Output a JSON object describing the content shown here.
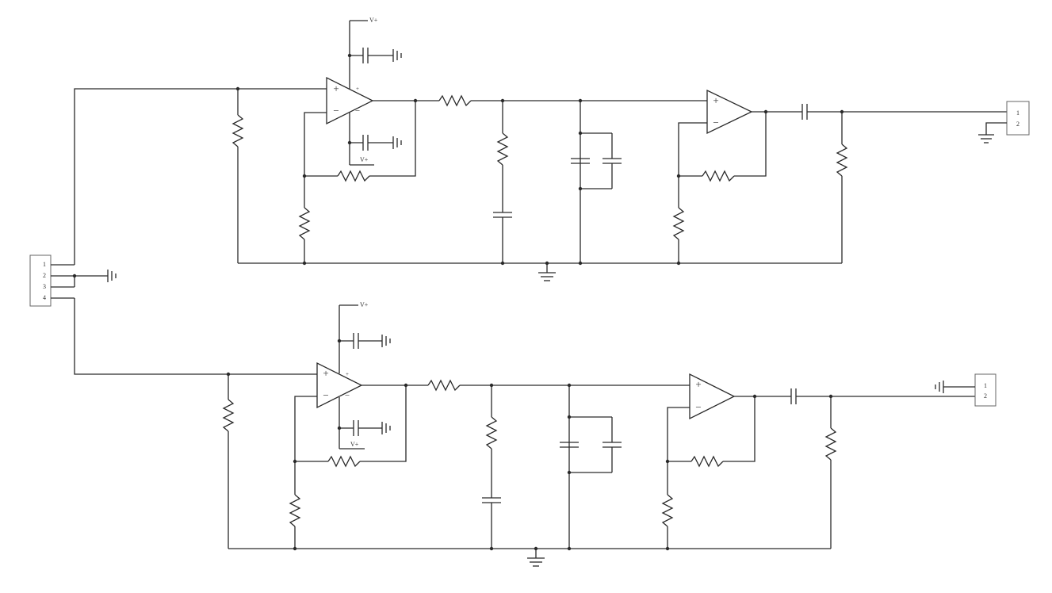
{
  "schematic": {
    "input_connector": {
      "pins": [
        "1",
        "2",
        "3",
        "4"
      ]
    },
    "channels": [
      {
        "supply_pos_label": "V+",
        "supply_neg_label": "V+",
        "opamp1": {
          "plus": "+",
          "minus": "−",
          "plus_pin": "+",
          "minus_pin": "−"
        },
        "opamp2": {
          "plus": "+",
          "minus": "−"
        },
        "output_connector": {
          "pins": [
            "1",
            "2"
          ]
        }
      },
      {
        "supply_pos_label": "V+",
        "supply_neg_label": "V+",
        "opamp1": {
          "plus": "+",
          "minus": "−",
          "plus_pin": "+",
          "minus_pin": "−"
        },
        "opamp2": {
          "plus": "+",
          "minus": "−"
        },
        "output_connector": {
          "pins": [
            "1",
            "2"
          ]
        }
      }
    ]
  }
}
